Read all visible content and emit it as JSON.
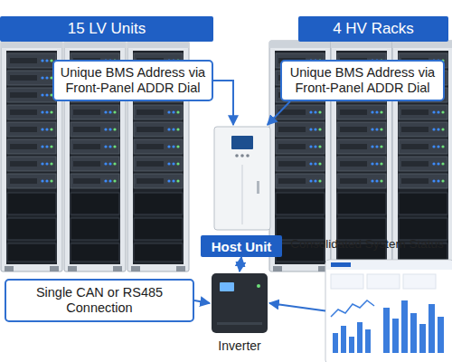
{
  "diagram": {
    "nodes": [
      {
        "text": [
          "15 LV Units"
        ]
      },
      {
        "text": [
          "4 HV Racks"
        ]
      },
      {
        "text": [
          "Unique BMS Address via Front-Panel ADDR Dial"
        ]
      },
      {
        "text": [
          "Unique BMS Address via Front-Panel ADDR Dial"
        ]
      },
      {
        "text": [
          "Host Unit"
        ]
      },
      {
        "text": [
          "Single CAN or RS485 Connection"
        ]
      },
      {
        "text": [
          "Inverter"
        ]
      },
      {
        "text": [
          "Consolidated System Status"
        ]
      }
    ],
    "edges": [
      {
        "from": 2,
        "to": 4,
        "arrow": "to"
      },
      {
        "from": 3,
        "to": 4,
        "arrow": "to"
      },
      {
        "from": 4,
        "to": 6,
        "arrow": "both"
      },
      {
        "from": 5,
        "to": 6,
        "arrow": "to"
      },
      {
        "from": 7,
        "to": 6,
        "arrow": "to"
      }
    ]
  }
}
